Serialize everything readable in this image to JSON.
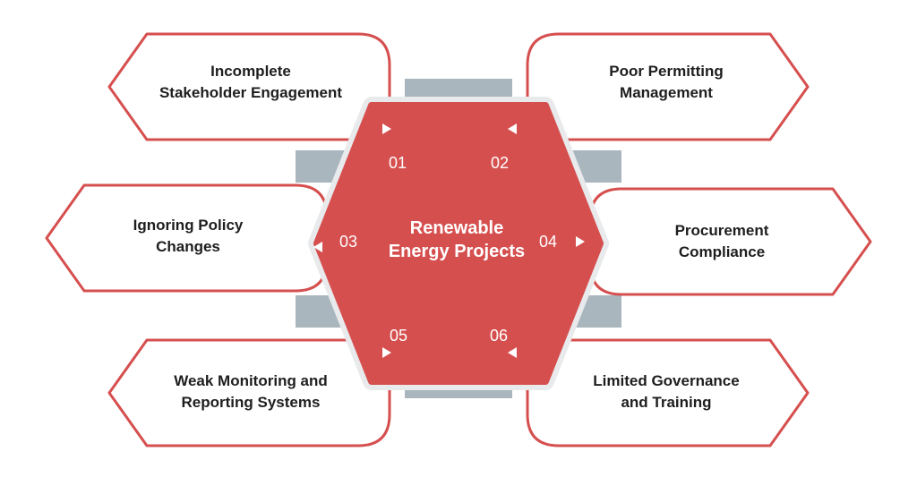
{
  "colors": {
    "accent": "#d64f4f",
    "connector": "#a9b6be",
    "text": "#1e1e1e",
    "hex_border": "#e8eaec"
  },
  "center": {
    "line1": "Renewable",
    "line2": "Energy Projects"
  },
  "items": [
    {
      "number": "01",
      "line1": "Incomplete",
      "line2": "Stakeholder Engagement"
    },
    {
      "number": "02",
      "line1": "Poor Permitting",
      "line2": "Management"
    },
    {
      "number": "03",
      "line1": "Ignoring Policy",
      "line2": "Changes"
    },
    {
      "number": "04",
      "line1": "Procurement",
      "line2": "Compliance"
    },
    {
      "number": "05",
      "line1": "Weak Monitoring and",
      "line2": "Reporting Systems"
    },
    {
      "number": "06",
      "line1": "Limited Governance",
      "line2": "and Training"
    }
  ]
}
